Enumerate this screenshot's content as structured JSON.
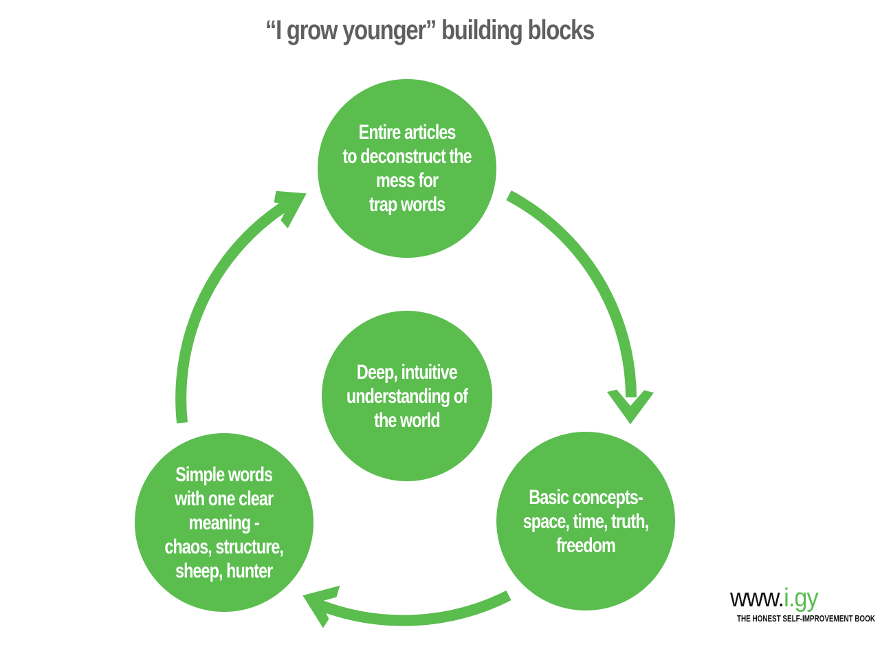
{
  "title": "“I grow younger” building blocks",
  "colors": {
    "node": "#5abd4e",
    "arrow": "#5abd4e",
    "title": "#5f5f5f",
    "node_text": "#ffffff"
  },
  "nodes": {
    "top": "Entire articles\nto deconstruct the\nmess for\ntrap words",
    "center": "Deep, intuitive\nunderstanding of\nthe world",
    "right": "Basic concepts-\nspace, time, truth,\nfreedom",
    "left": "Simple words\nwith one clear\nmeaning -\nchaos, structure,\nsheep, hunter"
  },
  "brand": {
    "prefix": "www.",
    "accent": "i.gy",
    "tagline": "THE HONEST SELF-IMPROVEMENT BOOK"
  }
}
